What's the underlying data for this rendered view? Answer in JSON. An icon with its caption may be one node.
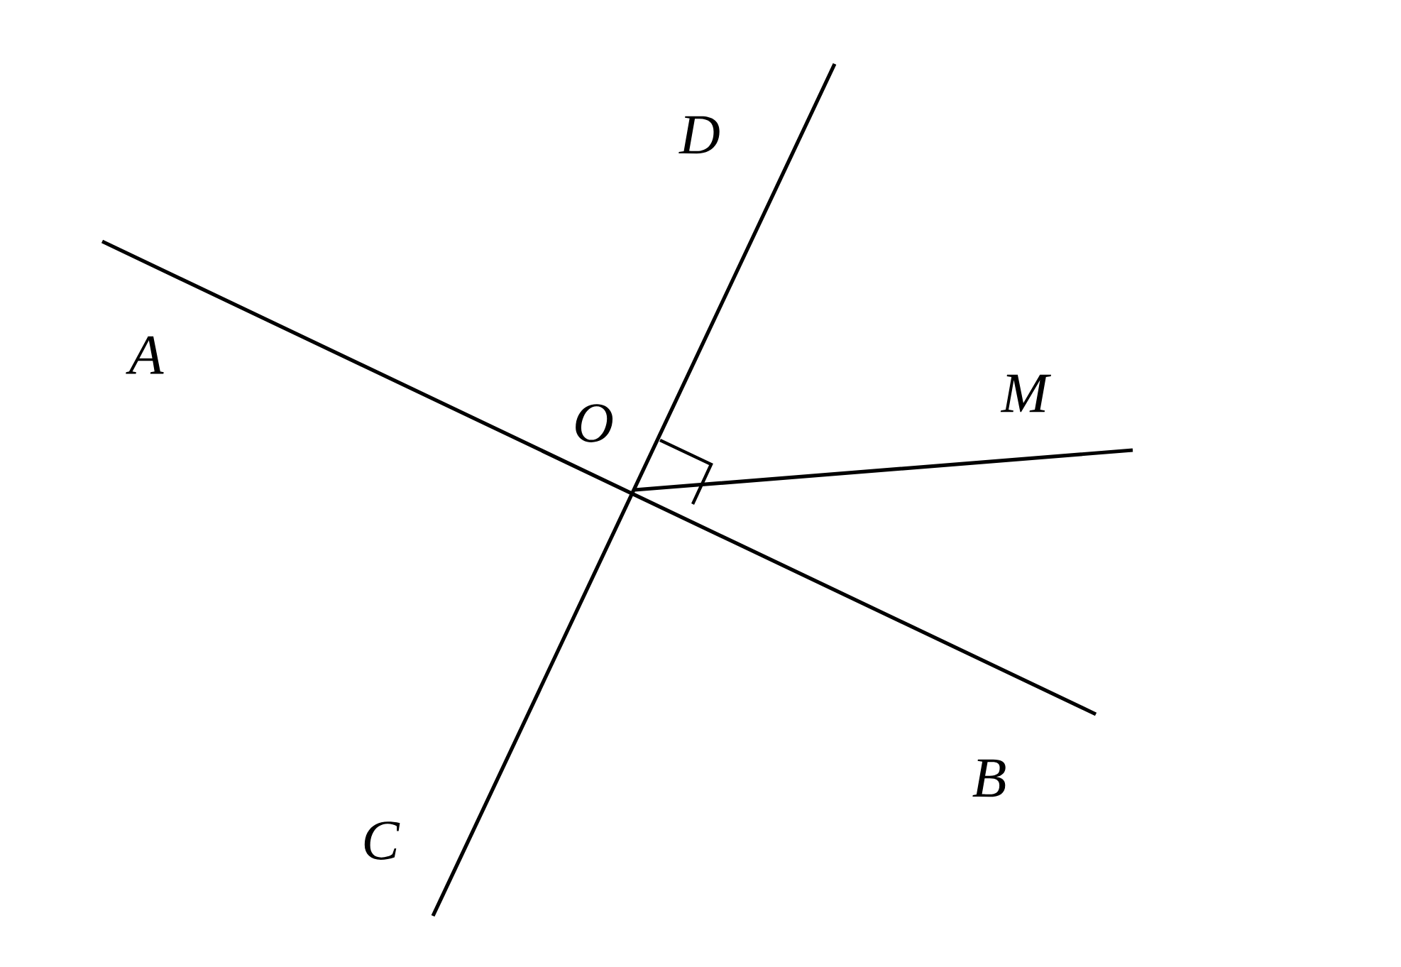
{
  "diagram": {
    "labels": [
      "D",
      "A",
      "O",
      "M",
      "B",
      "C"
    ]
  }
}
